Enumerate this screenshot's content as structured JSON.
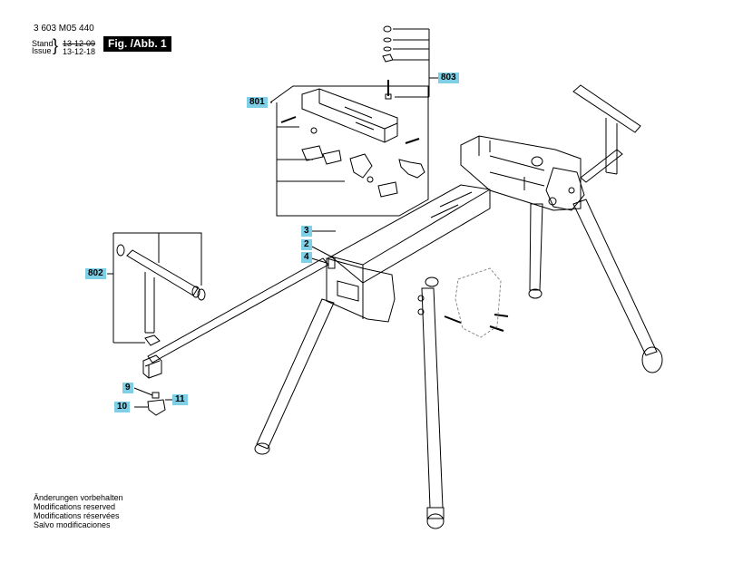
{
  "header": {
    "doc_number": "3 603 M05 440",
    "stand_label": "Stand",
    "issue_label": "Issue",
    "stand_date": "13-12-09",
    "issue_date": "13-12-18",
    "figure_title": "Fig. /Abb. 1"
  },
  "callouts": {
    "c801": "801",
    "c802": "802",
    "c803": "803",
    "c2": "2",
    "c3": "3",
    "c4": "4",
    "c9": "9",
    "c10": "10",
    "c11": "11"
  },
  "notes": [
    "Änderungen vorbehalten",
    "Modifications reserved",
    "Modifications réservées",
    "Salvo modificaciones"
  ],
  "colors": {
    "callout_bg": "#7fd0e6",
    "line": "#000000",
    "ghost_part": "#8a8a8a"
  }
}
